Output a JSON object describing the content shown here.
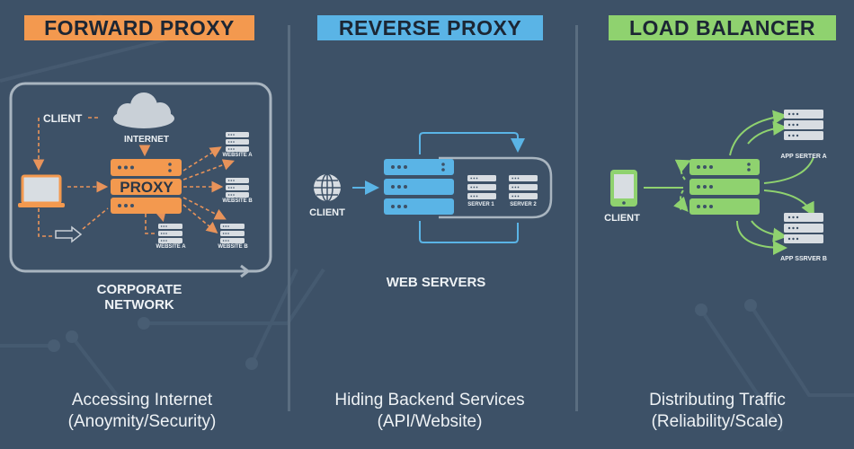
{
  "colors": {
    "background": "#3d5167",
    "forward_accent": "#f3994f",
    "reverse_accent": "#5ab4e6",
    "balancer_accent": "#8fd26f",
    "server_gray": "#d8dde2",
    "text_light": "#eef2f5",
    "title_text": "#1c2634"
  },
  "panels": [
    {
      "title": "FORWARD PROXY",
      "diagram": {
        "client_label": "CLIENT",
        "internet_label": "INTERNET",
        "proxy_label": "PROXY",
        "websites": [
          "WEBSITE A",
          "WEBSITE B",
          "WEBSITE A",
          "WEBSITE B"
        ],
        "group_label_line1": "CORPORATE",
        "group_label_line2": "NETWORK"
      },
      "caption_line1": "Accessing Internet",
      "caption_line2": "(Anoymity/Security)"
    },
    {
      "title": "REVERSE PROXY",
      "diagram": {
        "client_label": "CLIENT",
        "servers": [
          "SERVER 1",
          "SERVER 2"
        ],
        "group_label": "WEB SERVERS"
      },
      "caption_line1": "Hiding Backend Services",
      "caption_line2": "(API/Website)"
    },
    {
      "title": "LOAD BALANCER",
      "diagram": {
        "client_label": "CLIENT",
        "servers": [
          "APP SERTER A",
          "APP SSRVER B"
        ]
      },
      "caption_line1": "Distributing Traffic",
      "caption_line2": "(Reliability/Scale)"
    }
  ]
}
